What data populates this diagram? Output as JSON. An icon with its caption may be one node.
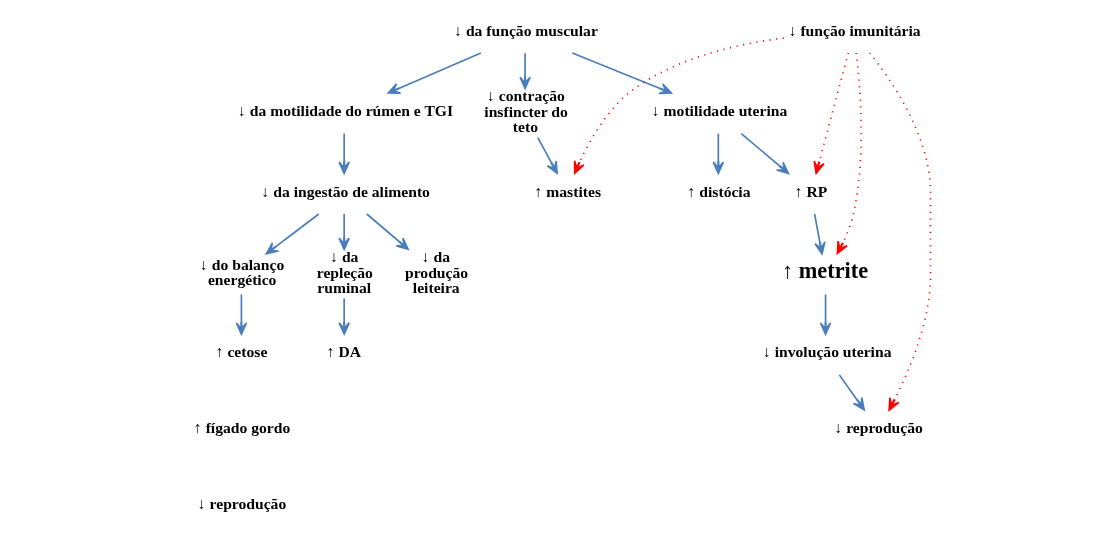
{
  "diagram": {
    "nodes": [
      {
        "text": [
          "↓ da função muscular"
        ]
      },
      {
        "text": [
          "↓ função imunitária"
        ]
      },
      {
        "text": [
          "↓ da motilidade do rúmen e TGI"
        ]
      },
      {
        "text": [
          "↓ motilidade uterina"
        ]
      },
      {
        "text": [
          "↓ contração insfincter do teto"
        ]
      },
      {
        "text": [
          "↓ da ingestão de alimento"
        ]
      },
      {
        "text": [
          "↑ distócia"
        ]
      },
      {
        "text": [
          "↑ RP"
        ]
      },
      {
        "text": [
          "↑ mastites"
        ]
      },
      {
        "text": [
          "↓ do balanço energético"
        ]
      },
      {
        "text": [
          "↓ da repleção ruminal"
        ]
      },
      {
        "text": [
          "↓ da produção leiteira"
        ]
      },
      {
        "text": [
          "↑ metrite"
        ]
      },
      {
        "text": [
          "↑ cetose"
        ]
      },
      {
        "text": [
          "↑ DA"
        ]
      },
      {
        "text": [
          "↓ involução uterina"
        ]
      },
      {
        "text": [
          "↓ reprodução"
        ]
      }
    ],
    "edges": [
      {
        "from": 0,
        "to": 2,
        "arrow": "to"
      },
      {
        "from": 0,
        "to": 3,
        "arrow": "to"
      },
      {
        "from": 0,
        "to": 4,
        "arrow": "to"
      },
      {
        "from": 1,
        "to": 7,
        "arrow": "to",
        "style": "dashed",
        "color": "#ff0000"
      },
      {
        "from": 1,
        "to": 12,
        "arrow": "to",
        "style": "dashed",
        "color": "#ff0000"
      },
      {
        "from": 1,
        "to": 16,
        "arrow": "to",
        "style": "dashed",
        "color": "#ff0000"
      },
      {
        "from": 1,
        "to": 8,
        "arrow": "to",
        "style": "dashed",
        "color": "#ff0000"
      },
      {
        "from": 2,
        "to": 5,
        "arrow": "to"
      },
      {
        "from": 3,
        "to": 6,
        "arrow": "to"
      },
      {
        "from": 3,
        "to": 7,
        "arrow": "to"
      },
      {
        "from": 4,
        "to": 8,
        "arrow": "to"
      },
      {
        "from": 5,
        "to": 9,
        "arrow": "to"
      },
      {
        "from": 5,
        "to": 10,
        "arrow": "to"
      },
      {
        "from": 5,
        "to": 11,
        "arrow": "to"
      },
      {
        "from": 7,
        "to": 12,
        "arrow": "to"
      },
      {
        "from": 9,
        "to": 13,
        "arrow": "to"
      },
      {
        "from": 10,
        "to": 14,
        "arrow": "to"
      },
      {
        "from": 12,
        "to": 15,
        "arrow": "to"
      },
      {
        "from": 15,
        "to": 16,
        "arrow": "to"
      }
    ],
    "labels": [
      "↑ fígado gordo",
      "↓ reprodução"
    ]
  }
}
